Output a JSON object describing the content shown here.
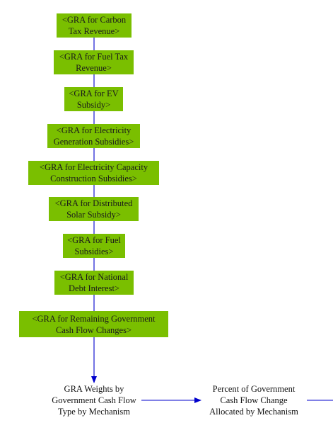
{
  "shadow_variables": [
    {
      "line1": "<GRA for Carbon",
      "line2": "Tax Revenue>"
    },
    {
      "line1": "<GRA for Fuel Tax",
      "line2": "Revenue>"
    },
    {
      "line1": "<GRA for EV",
      "line2": "Subsidy>"
    },
    {
      "line1": "<GRA for Electricity",
      "line2": "Generation Subsidies>"
    },
    {
      "line1": "<GRA for Electricity Capacity",
      "line2": "Construction Subsidies>"
    },
    {
      "line1": "<GRA for Distributed",
      "line2": "Solar Subsidy>"
    },
    {
      "line1": "<GRA for Fuel",
      "line2": "Subsidies>"
    },
    {
      "line1": "<GRA for National",
      "line2": "Debt Interest>"
    },
    {
      "line1": "<GRA for Remaining Government",
      "line2": "Cash Flow Changes>"
    }
  ],
  "weights_variable": {
    "line1": "GRA Weights by",
    "line2": "Government Cash Flow",
    "line3": "Type by Mechanism"
  },
  "percent_variable": {
    "line1": "Percent of Government",
    "line2": "Cash Flow Change",
    "line3": "Allocated by Mechanism"
  },
  "colors": {
    "shadow_box": "#7abf00",
    "arrow": "#0000cc"
  }
}
